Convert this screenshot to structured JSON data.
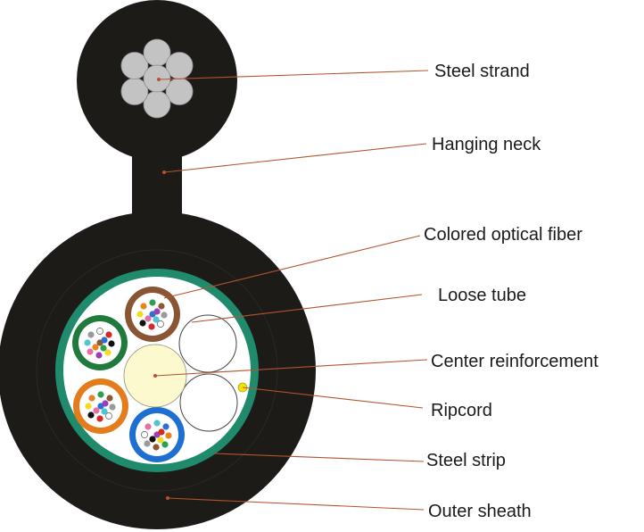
{
  "colors": {
    "sheath": "#1d1b18",
    "steel_wire": "#c3c3c3",
    "steel_wire_stroke": "#8a8a8a",
    "steel_strip": "#1f8a6c",
    "filler": "#ffffff",
    "center_member": "#fdf9cf",
    "ripcord": "#f2e200",
    "leader_line": "#b5532f",
    "leader_dot": "#b5532f",
    "label_text": "#1a1a1a"
  },
  "tube_colors": {
    "brown": "#8a5533",
    "green": "#1f7a3c",
    "orange": "#e47c1b",
    "blue": "#1f6fd0"
  },
  "fiber_colors": [
    "#2e6fd0",
    "#e9821f",
    "#2e9e4f",
    "#8b5a33",
    "#9a9a9a",
    "#ffffff",
    "#d72828",
    "#111111",
    "#f1dd1d",
    "#9b3fb5",
    "#e46fa6",
    "#4cc7d1"
  ],
  "labels": {
    "steel_strand": "Steel strand",
    "hanging_neck": "Hanging neck",
    "colored_optical_fiber": "Colored optical fiber",
    "loose_tube": "Loose tube",
    "center_reinforcement": "Center reinforcement",
    "ripcord": "Ripcord",
    "steel_strip": "Steel strip",
    "outer_sheath": "Outer sheath"
  }
}
